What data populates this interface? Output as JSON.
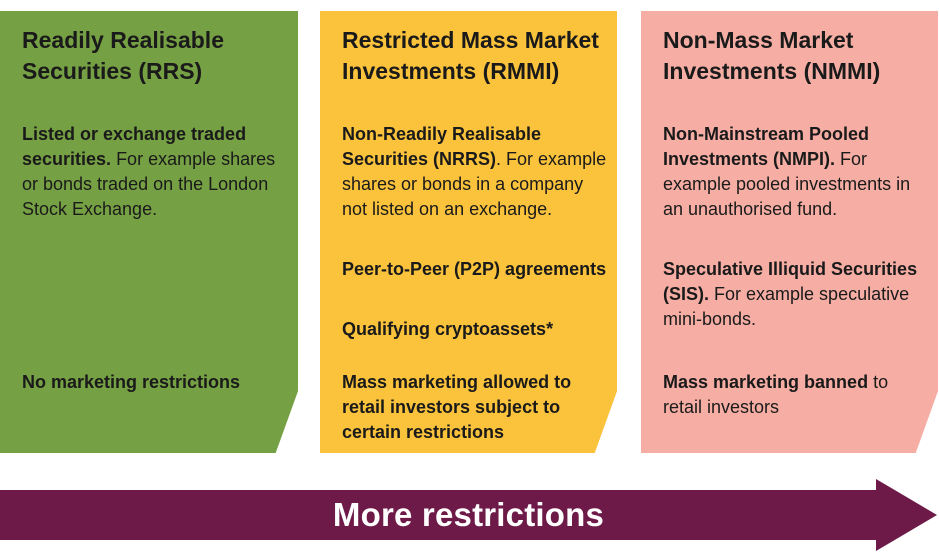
{
  "colors": {
    "rrs": "#76a044",
    "rmmi": "#fbc33c",
    "nmmi": "#f6aea4",
    "arrow": "#6d1a48",
    "text": "#1a1a1a"
  },
  "rrs": {
    "title": "Readily Realisable Securities (RRS)",
    "items": [
      {
        "bold": "Listed or exchange traded securities.",
        "text": " For example shares or bonds traded on the London Stock Exchange."
      }
    ],
    "marketing_bold": "No marketing restrictions",
    "marketing_text": ""
  },
  "rmmi": {
    "title": "Restricted Mass Market Investments (RMMI)",
    "items": [
      {
        "bold": "Non-Readily Realisable Securities  (NRRS)",
        "text": ". For example shares or bonds in a company not listed on an exchange."
      },
      {
        "bold": "Peer-to-Peer (P2P) agreements",
        "text": ""
      },
      {
        "bold": "Qualifying cryptoassets*",
        "text": ""
      }
    ],
    "marketing_bold": "Mass marketing allowed to retail investors subject to certain restrictions",
    "marketing_text": ""
  },
  "nmmi": {
    "title": "Non-Mass Market Investments (NMMI)",
    "items": [
      {
        "bold": "Non-Mainstream Pooled Investments (NMPI).",
        "text": " For example pooled investments in an unauthorised fund."
      },
      {
        "bold": "Speculative Illiquid Securities (SIS).",
        "text": " For example speculative mini-bonds."
      }
    ],
    "marketing_bold": "Mass marketing banned",
    "marketing_text": " to retail investors"
  },
  "arrow": {
    "label": "More restrictions"
  }
}
